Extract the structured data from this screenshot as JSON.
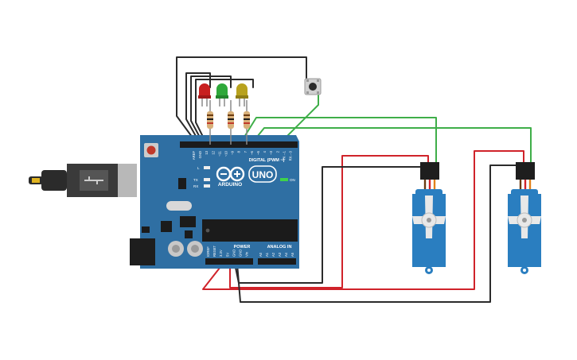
{
  "board": {
    "brand": "ARDUINO",
    "model": "UNO",
    "header_digital": "DIGITAL (PWM ~)",
    "header_power": "POWER",
    "header_analog": "ANALOG IN",
    "on_label": "ON",
    "led_l": "L",
    "led_tx": "TX",
    "led_rx": "RX",
    "digital_pins": [
      "AREF",
      "GND",
      "13",
      "12",
      "~11",
      "~10",
      "~9",
      "8",
      "7",
      "~6",
      "~5",
      "4",
      "~3",
      "2",
      "TX→1",
      "RX←0"
    ],
    "power_pins": [
      "IOREF",
      "RESET",
      "3.3V",
      "5V",
      "GND",
      "GND",
      "Vin"
    ],
    "analog_pins": [
      "A0",
      "A1",
      "A2",
      "A3",
      "A4",
      "A5"
    ]
  },
  "colors": {
    "board": "#2f6fa3",
    "board_dark": "#1f5582",
    "wire_black": "#2b2b2b",
    "wire_red": "#d0232a",
    "wire_green": "#3fae49",
    "led_red": "#c81f1f",
    "led_green": "#2ea83a",
    "led_yellow": "#b8a21e",
    "servo_body": "#2a7ec0",
    "servo_horn": "#e8e8e8"
  },
  "components": {
    "leds": [
      {
        "name": "red-led",
        "color": "red"
      },
      {
        "name": "green-led",
        "color": "green"
      },
      {
        "name": "yellow-led",
        "color": "yellow"
      }
    ],
    "resistors": 3,
    "pushbutton": 1,
    "servos": 2,
    "usb_connector": 1,
    "power_jack": 1
  }
}
